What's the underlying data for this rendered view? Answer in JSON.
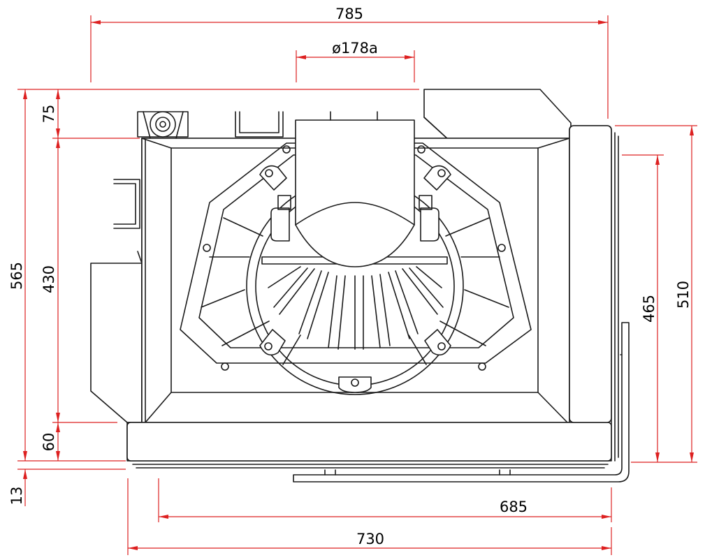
{
  "colors": {
    "dimension_line": "#dd2020",
    "outline": "#1a1a1a",
    "dimension_text": "#000000",
    "background": "#ffffff"
  },
  "dimensions": {
    "overall_width": "785",
    "flue_diameter": "ø178a",
    "overall_height": "565",
    "top_offset": "75",
    "body_height": "430",
    "base_height": "60",
    "bottom_offset": "13",
    "inner_width": "685",
    "base_width": "730",
    "right_height_inner": "465",
    "right_height_outer": "510"
  }
}
